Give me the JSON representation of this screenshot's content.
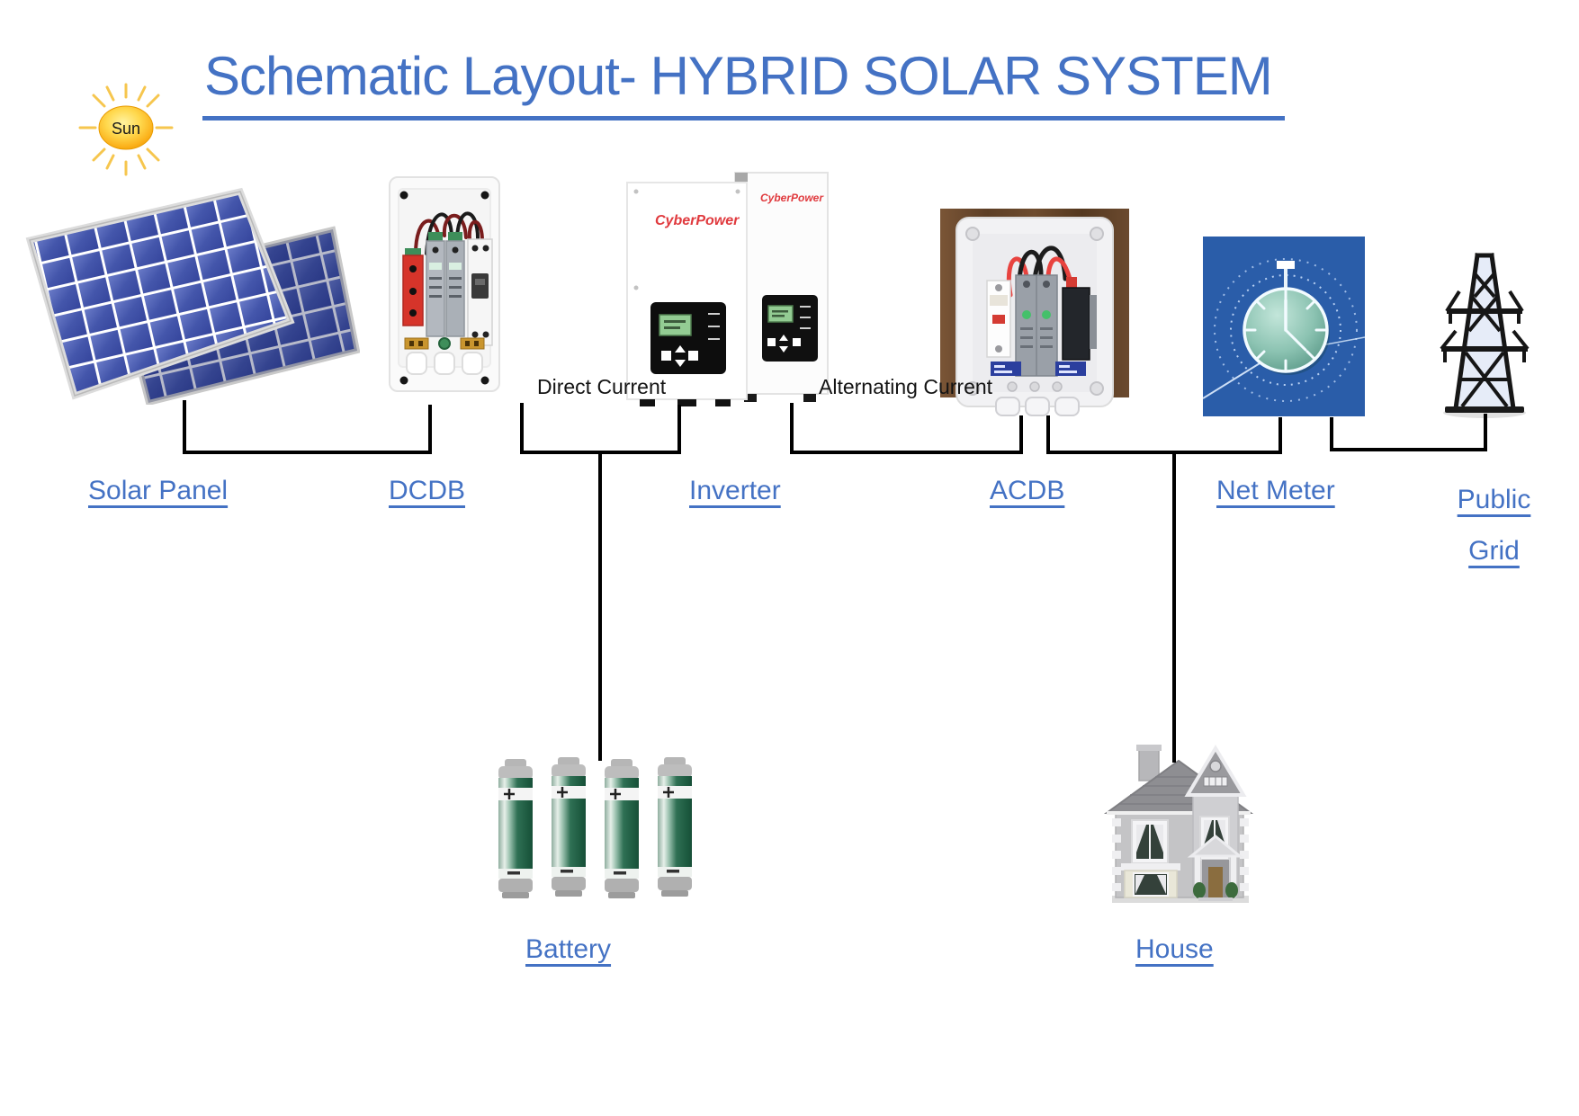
{
  "title": "Schematic Layout- HYBRID SOLAR SYSTEM",
  "sun": {
    "label": "Sun"
  },
  "labels": {
    "solar_panel": "Solar Panel",
    "dcdb": "DCDB",
    "inverter": "Inverter",
    "acdb": "ACDB",
    "net_meter": "Net Meter",
    "public_grid_line1": "Public",
    "public_grid_line2": "Grid",
    "battery": "Battery",
    "house": "House"
  },
  "flow_labels": {
    "dc": "Direct Current",
    "ac": "Alternating Current"
  },
  "inverter": {
    "brand": "CyberPower"
  },
  "connections": [
    {
      "from": "Solar Panel",
      "to": "DCDB",
      "label": ""
    },
    {
      "from": "DCDB",
      "to": "Inverter",
      "label": "Direct Current"
    },
    {
      "from": "DCDB-Inverter line",
      "to": "Battery",
      "label": ""
    },
    {
      "from": "Inverter",
      "to": "ACDB",
      "label": "Alternating Current"
    },
    {
      "from": "ACDB",
      "to": "Net Meter",
      "label": ""
    },
    {
      "from": "ACDB-Net Meter line",
      "to": "House",
      "label": ""
    },
    {
      "from": "Net Meter",
      "to": "Public Grid",
      "label": ""
    }
  ],
  "colors": {
    "title_blue": "#4472C4",
    "label_blue": "#4472C4",
    "wire_black": "#000000",
    "net_meter_blue": "#2A5DA9",
    "battery_green": "#2F7054",
    "inverter_brand_red": "#E03A3E",
    "sun_yellow": "#FBC02D",
    "acdb_wood_brown": "#6B4A2F",
    "solar_cell_blue": "#4456AB"
  }
}
